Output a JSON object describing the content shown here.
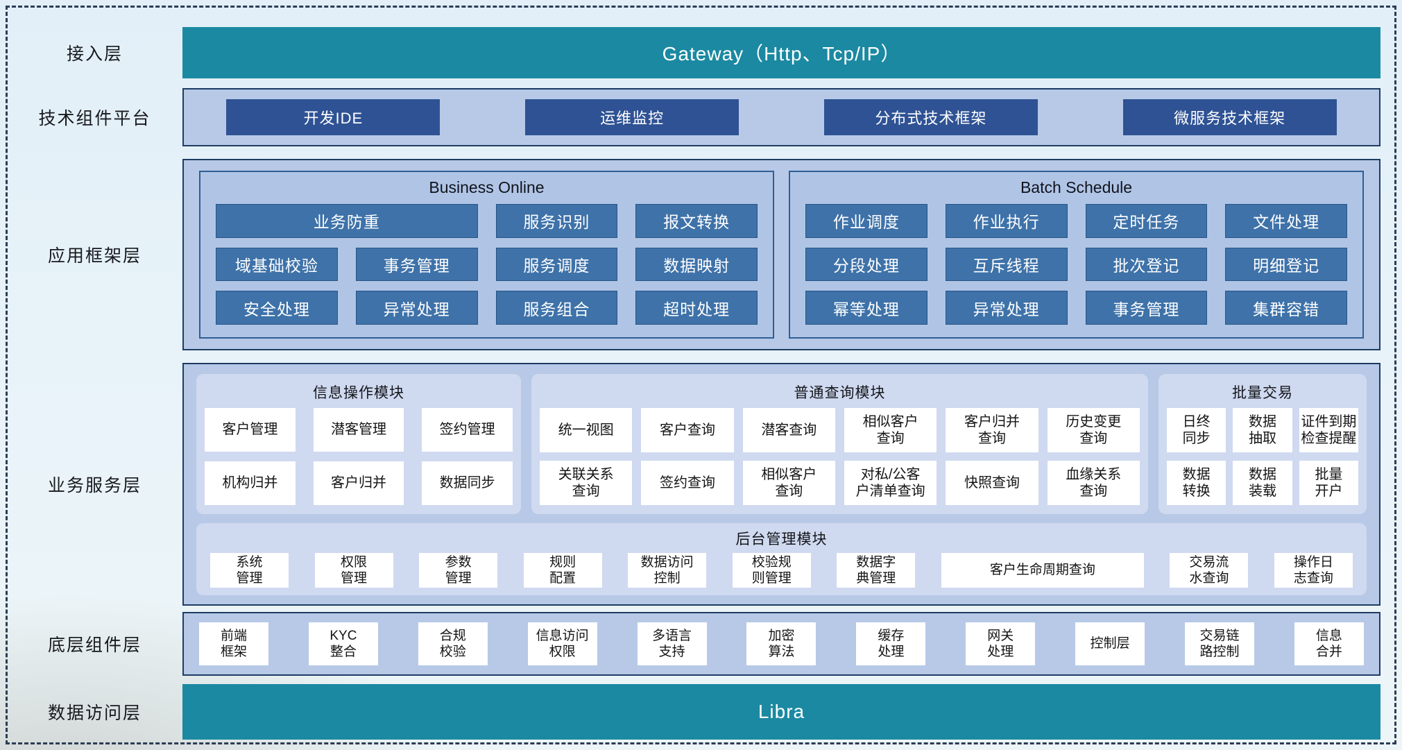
{
  "colors": {
    "teal": "#1b89a2",
    "navy_button": "#2e5294",
    "layer_container": "#b7c9e6",
    "layer_border": "#1d3c64",
    "framework_box": "#b0c5e6",
    "framework_box_border": "#2f5e95",
    "framework_item": "#3e72a9",
    "module_box": "#cfd9f0",
    "cell": "#ffffff",
    "dashed_frame": "#2b3c55"
  },
  "labels": {
    "access": "接入层",
    "tech": "技术组件平台",
    "framework": "应用框架层",
    "service": "业务服务层",
    "component": "底层组件层",
    "data": "数据访问层"
  },
  "access": {
    "bar": "Gateway（Http、Tcp/IP）"
  },
  "tech": {
    "items": [
      "开发IDE",
      "运维监控",
      "分布式技术框架",
      "微服务技术框架"
    ]
  },
  "framework": {
    "online": {
      "title": "Business Online",
      "rows": [
        [
          "业务防重",
          "服务识别",
          "报文转换"
        ],
        [
          "域基础校验",
          "事务管理",
          "服务调度",
          "数据映射"
        ],
        [
          "安全处理",
          "异常处理",
          "服务组合",
          "超时处理"
        ]
      ]
    },
    "batch": {
      "title": "Batch Schedule",
      "rows": [
        [
          "作业调度",
          "作业执行",
          "定时任务",
          "文件处理"
        ],
        [
          "分段处理",
          "互斥线程",
          "批次登记",
          "明细登记"
        ],
        [
          "幂等处理",
          "异常处理",
          "事务管理",
          "集群容错"
        ]
      ]
    }
  },
  "service": {
    "info": {
      "title": "信息操作模块",
      "cells": [
        "客户管理",
        "潜客管理",
        "签约管理",
        "机构归并",
        "客户归并",
        "数据同步"
      ]
    },
    "query": {
      "title": "普通查询模块",
      "cells": [
        "统一视图",
        "客户查询",
        "潜客查询",
        "相似客户\n查询",
        "客户归并\n查询",
        "历史变更\n查询",
        "关联关系\n查询",
        "签约查询",
        "相似客户\n查询",
        "对私/公客\n户清单查询",
        "快照查询",
        "血缘关系\n查询"
      ]
    },
    "batch_trade": {
      "title": "批量交易",
      "cells": [
        "日终\n同步",
        "数据\n抽取",
        "证件到期\n检查提醒",
        "数据\n转换",
        "数据\n装载",
        "批量\n开户"
      ]
    },
    "admin": {
      "title": "后台管理模块",
      "cells": [
        "系统\n管理",
        "权限\n管理",
        "参数\n管理",
        "规则\n配置",
        "数据访问\n控制",
        "校验规\n则管理",
        "数据字\n典管理",
        "客户生命周期查询",
        "交易流\n水查询",
        "操作日\n志查询"
      ]
    }
  },
  "component": {
    "items": [
      "前端\n框架",
      "KYC\n整合",
      "合规\n校验",
      "信息访问\n权限",
      "多语言\n支持",
      "加密\n算法",
      "缓存\n处理",
      "网关\n处理",
      "控制层",
      "交易链\n路控制",
      "信息\n合并"
    ]
  },
  "data_access": {
    "bar": "Libra"
  }
}
